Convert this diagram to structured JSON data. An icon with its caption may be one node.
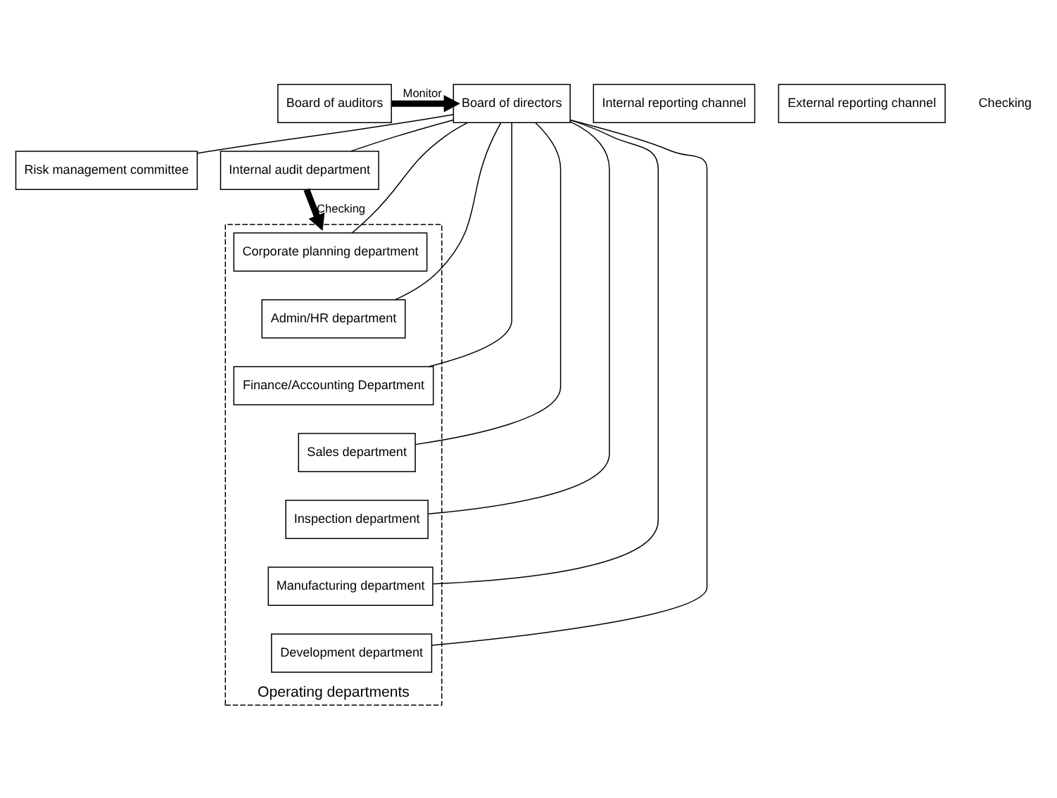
{
  "diagram": {
    "nodes": [
      {
        "text": [
          "Board of directors"
        ]
      },
      {
        "text": [
          "Board of auditors"
        ]
      },
      {
        "text": [
          "Risk management committee"
        ]
      },
      {
        "text": [
          "Internal audit department"
        ]
      },
      {
        "text": [
          "Internal reporting channel"
        ]
      },
      {
        "text": [
          "Operating departments"
        ]
      },
      {
        "text": [
          "Corporate planning department"
        ],
        "in": 5
      },
      {
        "text": [
          "Admin/HR department"
        ],
        "in": 5
      },
      {
        "text": [
          "Finance/Accounting Department"
        ],
        "in": 5
      },
      {
        "text": [
          "Sales department"
        ],
        "in": 5
      },
      {
        "text": [
          "Inspection department"
        ],
        "in": 5
      },
      {
        "text": [
          "Manufacturing department"
        ],
        "in": 5
      },
      {
        "text": [
          "Development department"
        ],
        "in": 5
      },
      {
        "text": [
          "External reporting channel"
        ]
      }
    ],
    "edges": [
      {
        "from": 1,
        "to": 0,
        "arrow": "to",
        "label": "Monitor",
        "style": "thick"
      },
      {
        "from": 0,
        "to": 2,
        "arrow": "none"
      },
      {
        "from": 0,
        "to": 3,
        "arrow": "none"
      },
      {
        "from": 3,
        "to": 5,
        "arrow": "to",
        "label": "Checking",
        "style": "thick"
      },
      {
        "from": 0,
        "to": 6,
        "arrow": "none"
      },
      {
        "from": 0,
        "to": 7,
        "arrow": "none"
      },
      {
        "from": 0,
        "to": 8,
        "arrow": "none"
      },
      {
        "from": 0,
        "to": 9,
        "arrow": "none"
      },
      {
        "from": 0,
        "to": 10,
        "arrow": "none"
      },
      {
        "from": 0,
        "to": 11,
        "arrow": "none"
      },
      {
        "from": 0,
        "to": 12,
        "arrow": "none"
      }
    ],
    "labels": [
      "Checking"
    ]
  }
}
